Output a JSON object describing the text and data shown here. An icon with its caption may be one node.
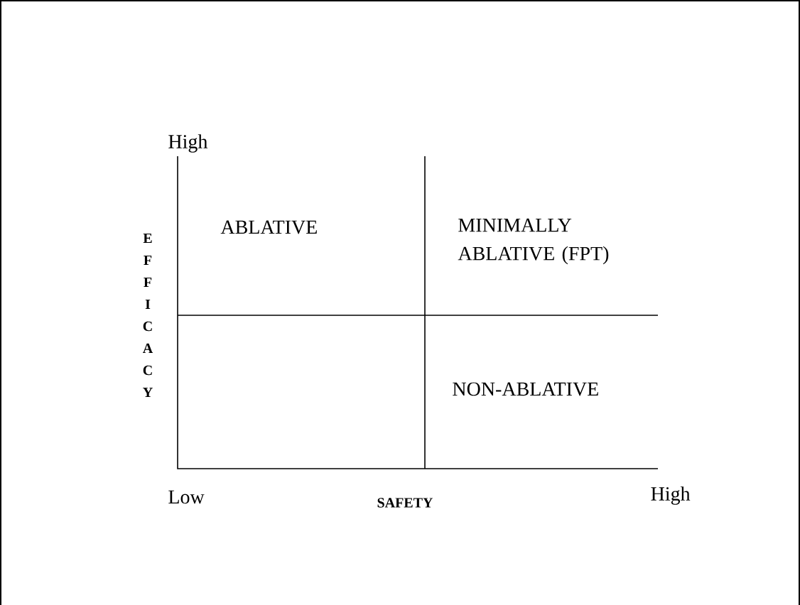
{
  "diagram": {
    "labels": [
      "High",
      "EFFICACY",
      "ABLATIVE",
      "MINIMALLY ABLATIVE (FPT)",
      "NON-ABLATIVE",
      "Low",
      "SAFETY",
      "High"
    ]
  }
}
